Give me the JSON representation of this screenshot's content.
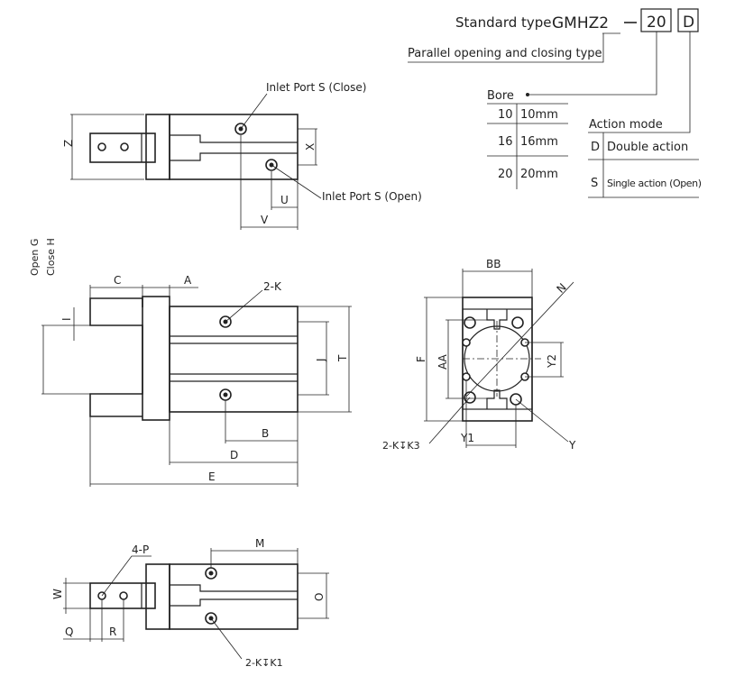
{
  "ordering": {
    "standard_type_label": "Standard type",
    "model": "GMHZ2",
    "bore_code": "20",
    "action_code": "D",
    "type_desc": "Parallel  opening and closing type",
    "bore_label": "Bore",
    "bore_rows": [
      {
        "code": "10",
        "size": "10mm"
      },
      {
        "code": "16",
        "size": "16mm"
      },
      {
        "code": "20",
        "size": "20mm"
      }
    ],
    "action_label": "Action mode",
    "action_rows": [
      {
        "code": "D",
        "desc": "Double action"
      },
      {
        "code": "S",
        "desc": "Single action (Open)"
      }
    ]
  },
  "top_view": {
    "inlet_close": "Inlet Port S (Close)",
    "inlet_open": "Inlet Port S (Open)",
    "dim_z": "Z",
    "dim_x": "X",
    "dim_u": "U",
    "dim_v": "V"
  },
  "front_view": {
    "open_g": "Open G",
    "close_h": "Close H",
    "dim_c": "C",
    "dim_a": "A",
    "hole_k": "2-K",
    "dim_i": "I",
    "dim_j": "J",
    "dim_t": "T",
    "dim_b": "B",
    "dim_d": "D",
    "dim_e": "E"
  },
  "end_view": {
    "dim_bb": "BB",
    "dim_n": "N",
    "dim_f": "F",
    "dim_aa": "AA",
    "dim_y2": "Y2",
    "dim_y1": "Y1",
    "dim_y": "Y",
    "hole_k3": "2-K↧K3"
  },
  "bottom_view": {
    "hole_p": "4-P",
    "dim_m": "M",
    "dim_w": "W",
    "dim_o": "O",
    "dim_q": "Q",
    "dim_r": "R",
    "hole_k1": "2-K↧K1"
  }
}
